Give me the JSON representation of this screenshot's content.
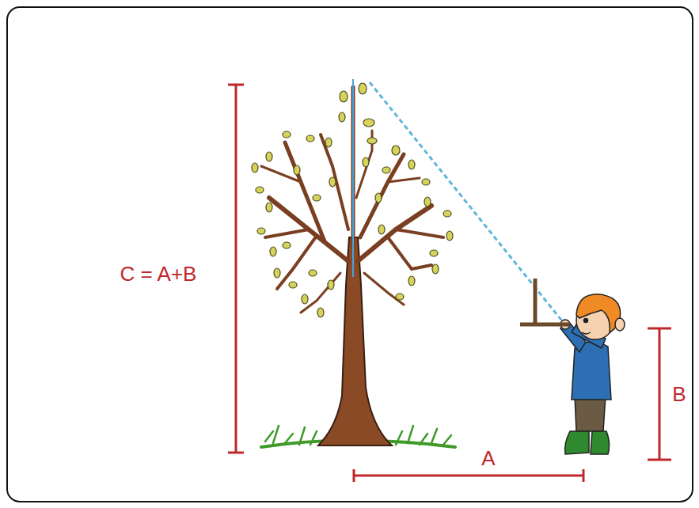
{
  "diagram": {
    "labels": [
      "C = A+B",
      "A",
      "B"
    ]
  }
}
